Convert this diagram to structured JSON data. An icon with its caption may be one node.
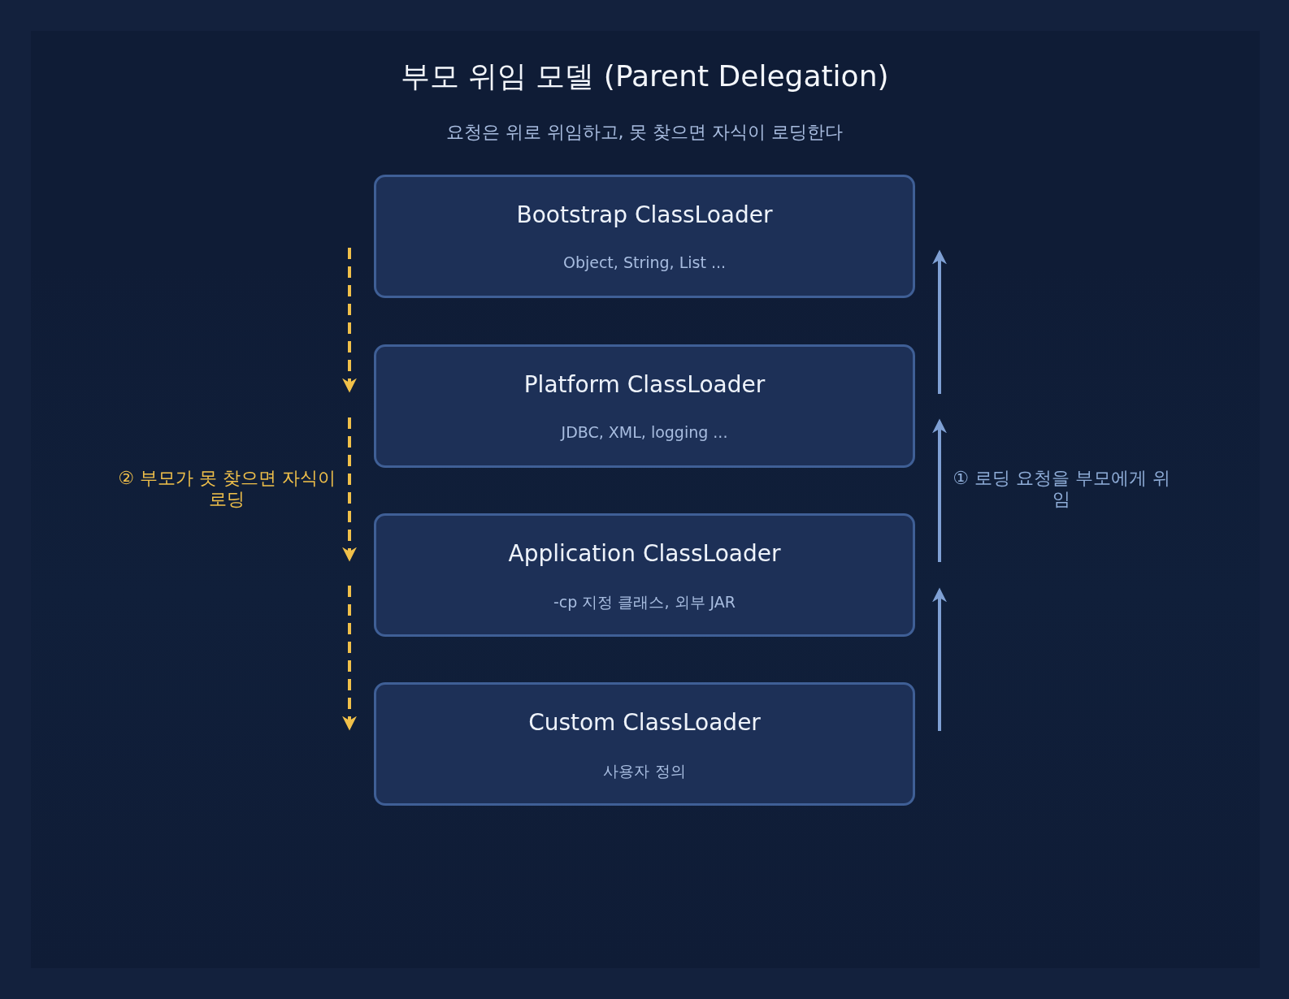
{
  "diagram": {
    "title": "부모 위임 모델 (Parent Delegation)",
    "nodes": [
      {
        "text": [
          "Bootstrap ClassLoader",
          "Object, String, List ..."
        ]
      },
      {
        "text": [
          "Platform ClassLoader",
          "JDBC, XML, logging ..."
        ]
      },
      {
        "text": [
          "Application ClassLoader",
          "-cp 지정 클래스, 외부 JAR"
        ]
      },
      {
        "text": [
          "Custom ClassLoader",
          "사용자 정의"
        ]
      }
    ],
    "labels": [
      "요청은 위로 위임하고, 못 찾으면 자식이 로딩한다",
      "② 부모가 못 찾으면 자식이 로딩",
      "① 로딩 요청을 부모에게 위임"
    ]
  }
}
